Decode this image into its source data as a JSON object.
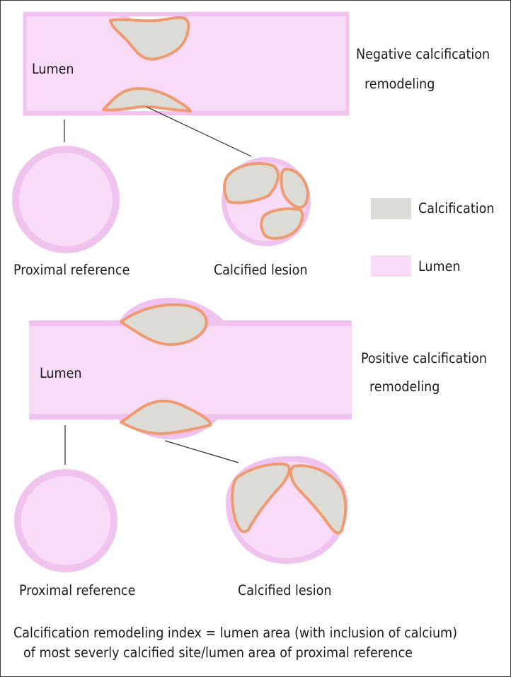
{
  "colors": {
    "lumen": "#f8dbf6",
    "vessel_wall": "#efc3ee",
    "calcification": "#dcdbd6",
    "calcium_rim": "#ee9b71",
    "line": "#2a2a2a"
  },
  "top_panel": {
    "lumen_label": "Lumen",
    "title_line1": "Negative calcification",
    "title_line2": "remodeling",
    "reference_caption": "Proximal reference",
    "lesion_caption": "Calcified lesion"
  },
  "legend": {
    "calcification_label": "Calcification",
    "calcification_swatch": "calcification",
    "lumen_label": "Lumen",
    "lumen_swatch": "lumen"
  },
  "bottom_panel": {
    "lumen_label": "Lumen",
    "title_line1": "Positive calcification",
    "title_line2": "remodeling",
    "reference_caption": "Proximal reference",
    "lesion_caption": "Calcified lesion"
  },
  "formula": {
    "line1": "Calcification remodeling index = lumen area (with inclusion of calcium)",
    "line2": "of most severly calcified site/lumen area of proximal reference"
  }
}
